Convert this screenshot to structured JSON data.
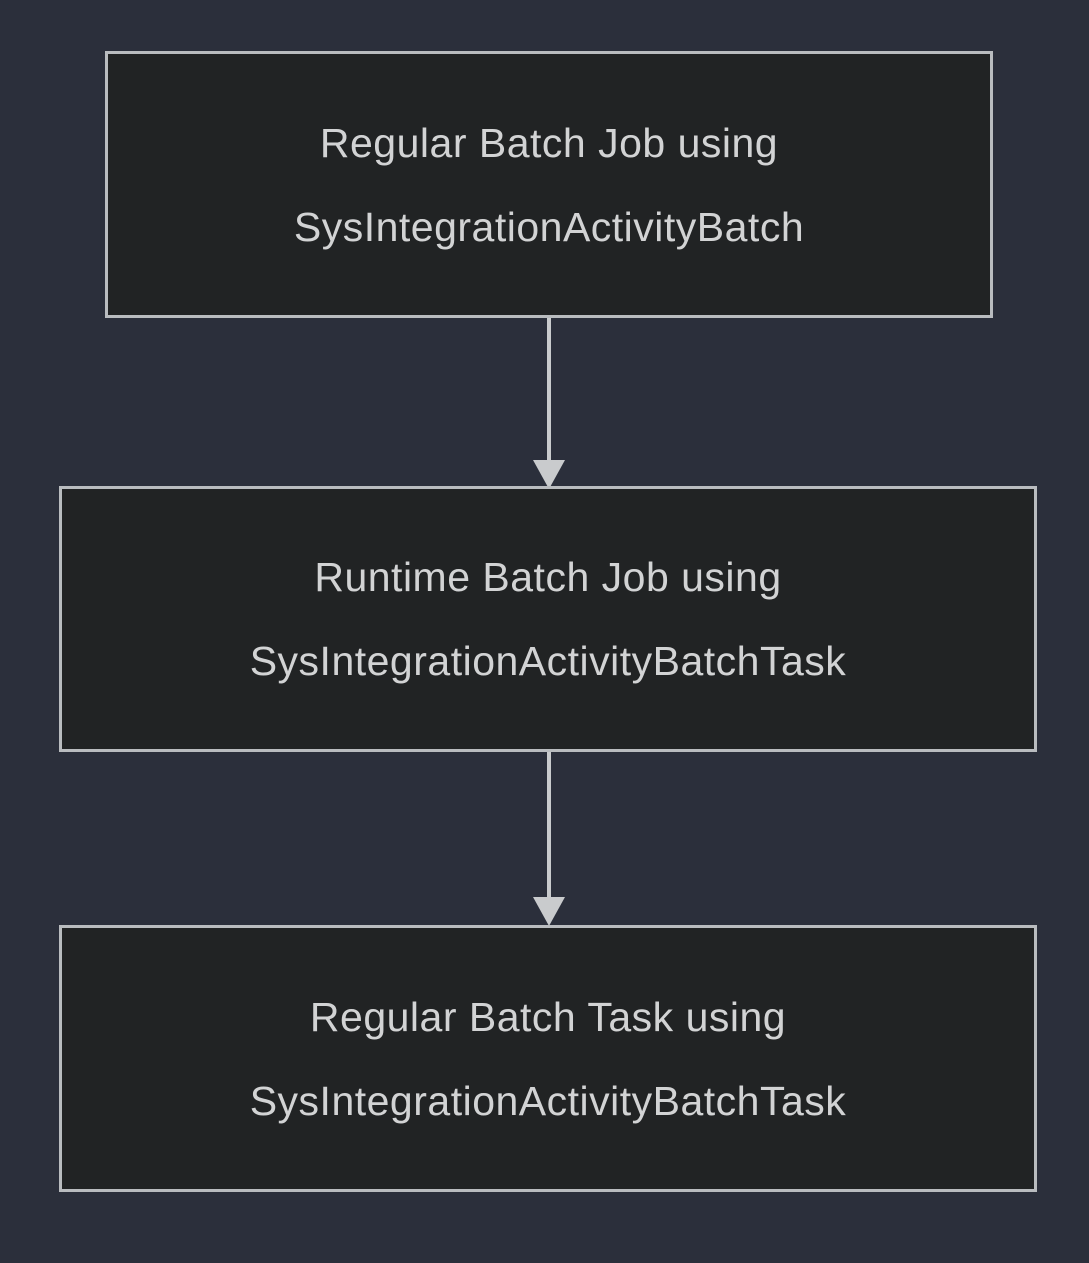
{
  "diagram": {
    "type": "flowchart",
    "nodes": [
      {
        "id": "regular-batch-job",
        "line1": "Regular Batch Job using",
        "line2": "SysIntegrationActivityBatch"
      },
      {
        "id": "runtime-batch-job",
        "line1": "Runtime Batch Job using",
        "line2": "SysIntegrationActivityBatchTask"
      },
      {
        "id": "regular-batch-task",
        "line1": "Regular Batch Task using",
        "line2": "SysIntegrationActivityBatchTask"
      }
    ],
    "edges": [
      {
        "from": "regular-batch-job",
        "to": "runtime-batch-job",
        "direction": "down"
      },
      {
        "from": "runtime-batch-job",
        "to": "regular-batch-task",
        "direction": "down"
      }
    ],
    "colors": {
      "background": "#2b2f3b",
      "node_fill": "#212324",
      "node_border": "#b9bcbf",
      "text": "#d2d3d4",
      "arrow": "#c9cbcd"
    }
  }
}
